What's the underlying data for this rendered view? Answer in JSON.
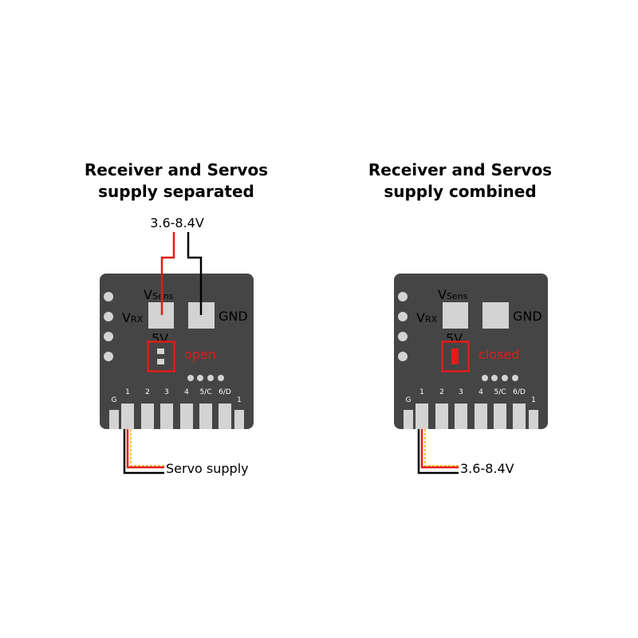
{
  "colors": {
    "board": "#454545",
    "pad": "#d3d3d3",
    "hole": "#d3d3d3",
    "jumper_red": "#e31b1b",
    "wire_black": "#000000",
    "wire_yellow": "#f2c12e"
  },
  "panels": [
    {
      "title_line1": "Receiver and Servos",
      "title_line2": "supply separated",
      "top_wire_label": "3.6-8.4V",
      "v_sens": "V",
      "v_sens_sub": "Sens",
      "v_rx": "V",
      "v_rx_sub": "RX",
      "gnd": "GND",
      "five_v": "5V",
      "jumper_state": "open",
      "pins": [
        "G",
        "1",
        "2",
        "3",
        "4",
        "5/C",
        "6/D",
        "1"
      ],
      "bottom_wire_label": "Servo supply"
    },
    {
      "title_line1": "Receiver and Servos",
      "title_line2": "supply combined",
      "v_sens": "V",
      "v_sens_sub": "Sens",
      "v_rx": "V",
      "v_rx_sub": "RX",
      "gnd": "GND",
      "five_v": "5V",
      "jumper_state": "closed",
      "pins": [
        "G",
        "1",
        "2",
        "3",
        "4",
        "5/C",
        "6/D",
        "1"
      ],
      "bottom_wire_label": "3.6-8.4V"
    }
  ]
}
